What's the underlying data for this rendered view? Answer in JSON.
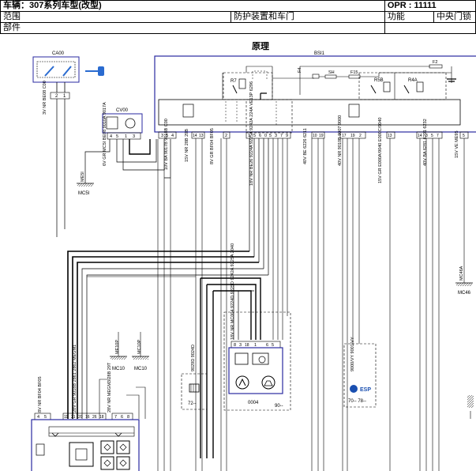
{
  "header": {
    "vehicle_label": "车辆：307系列车型(改型)",
    "opr_label": "OPR : 11111",
    "range_label": "范围",
    "range_value": "防护装置和车门",
    "function_label": "功能",
    "function_value": "中央门锁",
    "parts_label": "部件"
  },
  "diagram": {
    "title": "原理",
    "components": {
      "ca00": "CA00",
      "cv00": "CV00",
      "bsi": "BSI1",
      "r7": "R7",
      "r5b": "R5B",
      "r4a": "R4A",
      "sh": "SH",
      "f15": "F15",
      "f2": "F2",
      "f4": "F4",
      "mc5i": "MC5I",
      "mc5i_wire": "ME5I",
      "mc10a": "MC10",
      "mc10a_wire": "ME10P",
      "mc10b": "MC10",
      "mc10b_wire": "MC10P",
      "mc46": "MC46",
      "mc46_wire": "MC46A",
      "comp_72": "72--",
      "comp_0004": "0004",
      "comp_90": "90--",
      "comp_70_78": "70-- 78--",
      "esp": "ESP"
    },
    "wire_labels": {
      "ca00_wires": "3V NR  BE08  C00",
      "cv00_wires": "6V GR  MC5I  BE08  9010A  9017A",
      "bsi_w1": "10V BA  9017B  9018B  C00",
      "bsi_w2": "15V NR  28B  29B",
      "bsi_w3": "8V GR  BF04  BF05",
      "bsi_w4": "18V NR  BE26  9224A  9225A  9242A  224A  VE13P  6296",
      "bsi_w5": "40V BE  6226  6211",
      "bsi_w6": "40V NR  9010B  9007  9000",
      "bsi_w7": "15V GR  E000A/9040  E000C/9040",
      "bsi_w8": "40V BA  6281  6201  6232",
      "bsi_w9": "15V VE  ME95",
      "mid_wires": "18V NR  MC004  9224D  9225D  9242A  9225A  2040",
      "left_wires": "8V NR  BF04  BF05",
      "left2": "28V GR  9018B  2861  2862  MEGM1",
      "left3": "28V NR  MEGM3  28B  29T",
      "w_72": "9029D  9024D",
      "w_esp": "9000/VY  9001/VY"
    },
    "pins": {
      "ca00": [
        "2",
        "1"
      ],
      "cv00": [
        "4",
        "5",
        "1",
        "3"
      ],
      "bsi_g1": [
        "3",
        "5",
        "4"
      ],
      "bsi_g2": [
        "14",
        "13"
      ],
      "bsi_g3": [
        "2"
      ],
      "bsi_g4": [
        "1",
        "5",
        "6",
        "0",
        "5",
        "3",
        "7",
        "9"
      ],
      "bsi_g5": [
        "10",
        "19"
      ],
      "bsi_g6": [
        "17",
        "19",
        "2"
      ],
      "bsi_g7": [
        "13"
      ],
      "bsi_g8": [
        "14",
        "3",
        "5",
        "7"
      ],
      "bsi_g9": [
        "5"
      ],
      "mid": [
        "8",
        "3",
        "18",
        "1",
        "6",
        "5"
      ],
      "left": [
        "4",
        "5"
      ],
      "left2": [
        "11",
        "21",
        "20",
        "16",
        "26",
        "18"
      ],
      "left3": [
        "7",
        "6",
        "8"
      ]
    }
  }
}
